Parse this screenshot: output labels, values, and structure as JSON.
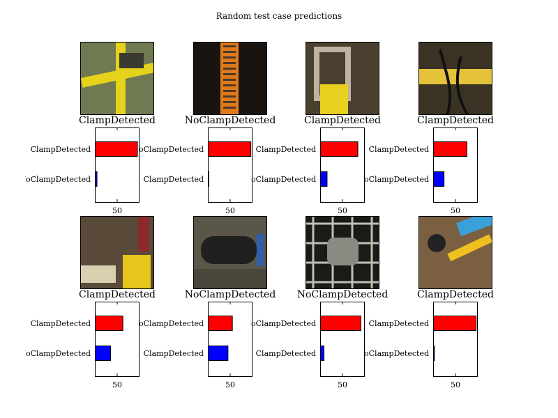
{
  "title": "Random test case predictions",
  "colors": {
    "top_bar": "#ff0000",
    "second_bar": "#0000ff",
    "axes": "#000000"
  },
  "chart_data": {
    "type": "bar",
    "orientation": "horizontal",
    "grid": false,
    "panels": [
      {
        "label": "ClampDetected",
        "categories": [
          "ClampDetected",
          "NoClampDetected"
        ],
        "values": [
          96,
          4
        ],
        "xlim": [
          0,
          100
        ],
        "xticks": [
          50
        ]
      },
      {
        "label": "NoClampDetected",
        "categories": [
          "NoClampDetected",
          "ClampDetected"
        ],
        "values": [
          97,
          1
        ],
        "xlim": [
          0,
          100
        ],
        "xticks": [
          50
        ]
      },
      {
        "label": "ClampDetected",
        "categories": [
          "ClampDetected",
          "NoClampDetected"
        ],
        "values": [
          85,
          15
        ],
        "xlim": [
          0,
          100
        ],
        "xticks": [
          50
        ]
      },
      {
        "label": "ClampDetected",
        "categories": [
          "ClampDetected",
          "NoClampDetected"
        ],
        "values": [
          76,
          24
        ],
        "xlim": [
          0,
          100
        ],
        "xticks": [
          50
        ]
      },
      {
        "label": "ClampDetected",
        "categories": [
          "ClampDetected",
          "NoClampDetected"
        ],
        "values": [
          63,
          35
        ],
        "xlim": [
          0,
          100
        ],
        "xticks": [
          50
        ]
      },
      {
        "label": "NoClampDetected",
        "categories": [
          "NoClampDetected",
          "ClampDetected"
        ],
        "values": [
          55,
          45
        ],
        "xlim": [
          0,
          100
        ],
        "xticks": [
          50
        ]
      },
      {
        "label": "NoClampDetected",
        "categories": [
          "NoClampDetected",
          "ClampDetected"
        ],
        "values": [
          92,
          8
        ],
        "xlim": [
          0,
          100
        ],
        "xticks": [
          50
        ]
      },
      {
        "label": "ClampDetected",
        "categories": [
          "ClampDetected",
          "NoClampDetected"
        ],
        "values": [
          97,
          2
        ],
        "xlim": [
          0,
          100
        ],
        "xticks": [
          50
        ]
      }
    ]
  },
  "thumbnails": [
    {
      "icon": "yellow-pipe-clamp-photo",
      "palette": [
        "#6f7a52",
        "#e6d21a",
        "#3a3a30"
      ]
    },
    {
      "icon": "dark-barcode-photo",
      "palette": [
        "#1a1410",
        "#e07a18",
        "#4a3a2a"
      ]
    },
    {
      "icon": "clamp-on-valve-photo",
      "palette": [
        "#4a4030",
        "#e8d020",
        "#bdb3a0"
      ]
    },
    {
      "icon": "pipe-with-cables-photo",
      "palette": [
        "#3a3222",
        "#e4c23a",
        "#d8d0b8"
      ]
    },
    {
      "icon": "yellow-fitting-photo",
      "palette": [
        "#5a4a3a",
        "#e8c51c",
        "#8a2a2a"
      ]
    },
    {
      "icon": "black-pipe-coupling-photo",
      "palette": [
        "#5a5648",
        "#202020",
        "#2f5fb0"
      ]
    },
    {
      "icon": "metal-grate-photo",
      "palette": [
        "#1a1a16",
        "#8a8a82",
        "#c0bfb6"
      ]
    },
    {
      "icon": "valve-handle-photo",
      "palette": [
        "#7a6040",
        "#f0c020",
        "#3aa0d8"
      ]
    }
  ]
}
